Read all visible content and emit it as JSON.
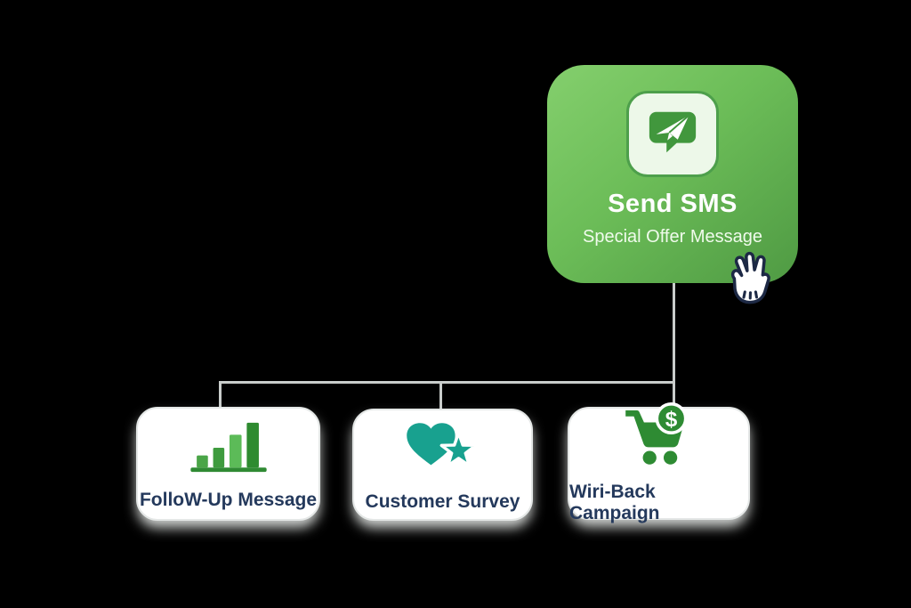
{
  "canvas": {
    "background_color": "#000000"
  },
  "flow": {
    "root_node": {
      "title": "Send SMS",
      "subtitle": "Special Offer Message",
      "icon": "chat-paper-plane-icon",
      "card_gradient_from": "#84cf6d",
      "card_gradient_to": "#4f9a43",
      "icon_tile_bg": "#edf8e9",
      "icon_tile_border": "#4d9f4b",
      "chat_bubble_color": "#41973d",
      "text_color": "#ffffff"
    },
    "child_nodes": [
      {
        "label": "FolloW-Up Message",
        "icon": "bar-chart-icon",
        "icon_color": "#2f8a33"
      },
      {
        "label": "Customer Survey",
        "icon": "heart-star-icon",
        "icon_color": "#18a18f"
      },
      {
        "label": "Wiri-Back Campaign",
        "icon": "cart-dollar-icon",
        "icon_color": "#2e8b33"
      }
    ],
    "child_label_color": "#24395c",
    "connector_color": "#c9cdcb",
    "cursor": "grab-hand-cursor"
  }
}
